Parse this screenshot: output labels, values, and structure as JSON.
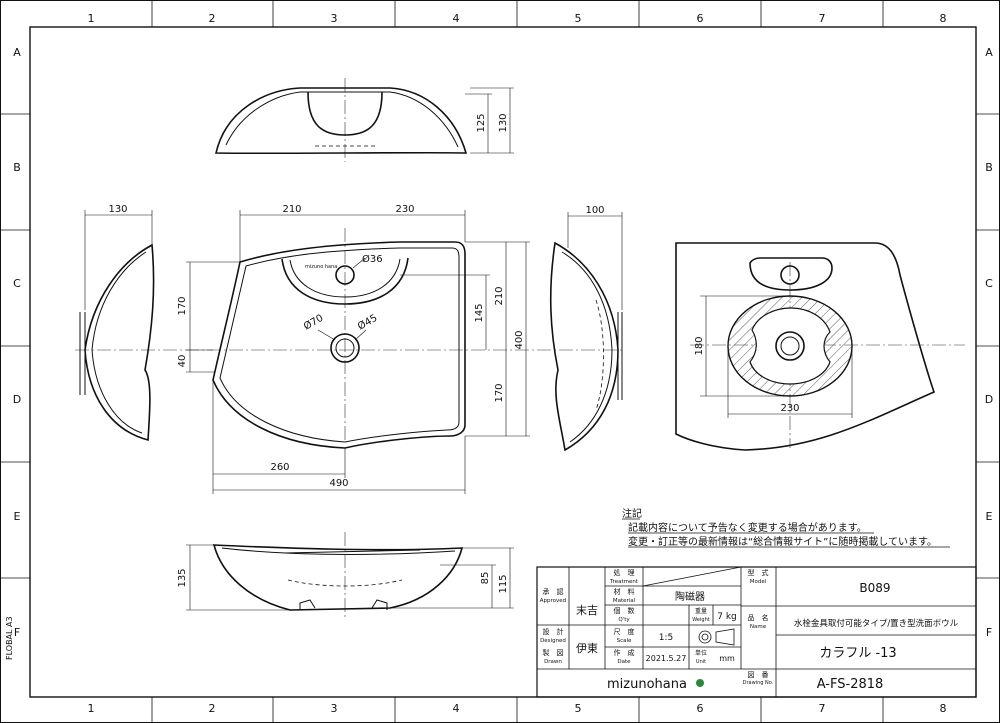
{
  "grid": {
    "columns": [
      "1",
      "2",
      "3",
      "4",
      "5",
      "6",
      "7",
      "8"
    ],
    "rows": [
      "A",
      "B",
      "C",
      "D",
      "E",
      "F"
    ],
    "side_note": "FLOBAL A3"
  },
  "dimensions": {
    "top_view_125": "125",
    "top_view_130": "130",
    "left_130": "130",
    "w210": "210",
    "w230": "230",
    "d170a": "170",
    "d40": "40",
    "d145": "145",
    "d210": "210",
    "d400": "400",
    "d170b": "170",
    "w260": "260",
    "w490": "490",
    "hole36": "Ø36",
    "hole70": "Ø70",
    "hole45": "Ø45",
    "right_100": "100",
    "cut180": "180",
    "cut230": "230",
    "front135": "135",
    "front85": "85",
    "front115": "115"
  },
  "notes": {
    "heading": "注記",
    "line1": "記載内容について予告なく変更する場合があります。",
    "line2": "変更・訂正等の最新情報は“総合情報サイト”に随時掲載しています。"
  },
  "title_block": {
    "approved_jp": "承　認",
    "approved_en": "Approved",
    "approved_name": "末吉",
    "designed_jp": "設　計",
    "designed_en": "Designed",
    "drawn_jp": "製　図",
    "drawn_en": "Drawn",
    "designer_name": "伊東",
    "treatment_jp": "処　理",
    "treatment_en": "Treatment",
    "material_jp": "材　料",
    "material_en": "Material",
    "material_value": "陶磁器",
    "qty_jp": "個　数",
    "qty_en": "Q'ty",
    "weight_jp": "重量",
    "weight_en": "Weight",
    "weight_value": "7 kg",
    "scale_jp": "尺　度",
    "scale_en": "Scale",
    "scale_value": "1:5",
    "date_jp": "作　成",
    "date_en": "Date",
    "date_value": "2021.5.27",
    "unit_jp": "単位",
    "unit_en": "Unit",
    "unit_value": "mm",
    "model_jp": "型　式",
    "model_en": "Model",
    "model_value": "B089",
    "name_jp": "品　名",
    "name_en": "Name",
    "name_value": "水栓金具取付可能タイプ/置き型洗面ボウル",
    "product_name": "カラフル -13",
    "drawing_no_jp": "図　番",
    "drawing_no_en": "Drawing No.",
    "drawing_no_value": "A-FS-2818",
    "brand": "mizunohana"
  }
}
